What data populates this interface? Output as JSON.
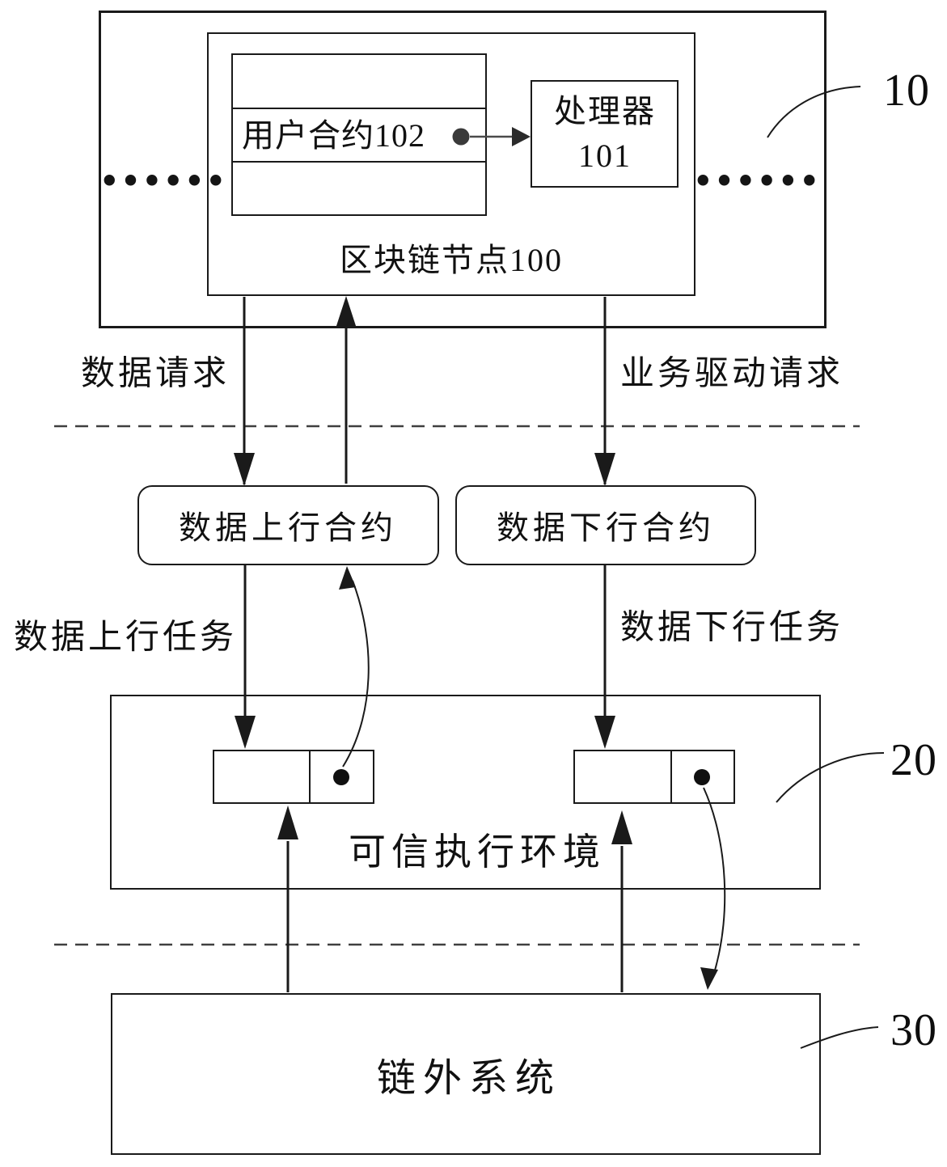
{
  "diagram": {
    "refs": {
      "node_group": "10",
      "tee": "20",
      "offchain": "30"
    },
    "blockchain_node": {
      "title": "区块链节点100",
      "user_contract": "用户合约102",
      "processor_name": "处理器",
      "processor_num": "101"
    },
    "ellipsis": {
      "left": "••••••",
      "right": "••••••"
    },
    "flow_labels": {
      "data_request": "数据请求",
      "business_drive_request": "业务驱动请求",
      "uplink_task": "数据上行任务",
      "downlink_task": "数据下行任务"
    },
    "contracts": {
      "uplink": "数据上行合约",
      "downlink": "数据下行合约"
    },
    "tee_label": "可信执行环境",
    "offchain_label": "链外系统",
    "colors": {
      "line": "#1a1a1a",
      "dashed_line": "#3f3f3f",
      "background": "#ffffff"
    }
  }
}
